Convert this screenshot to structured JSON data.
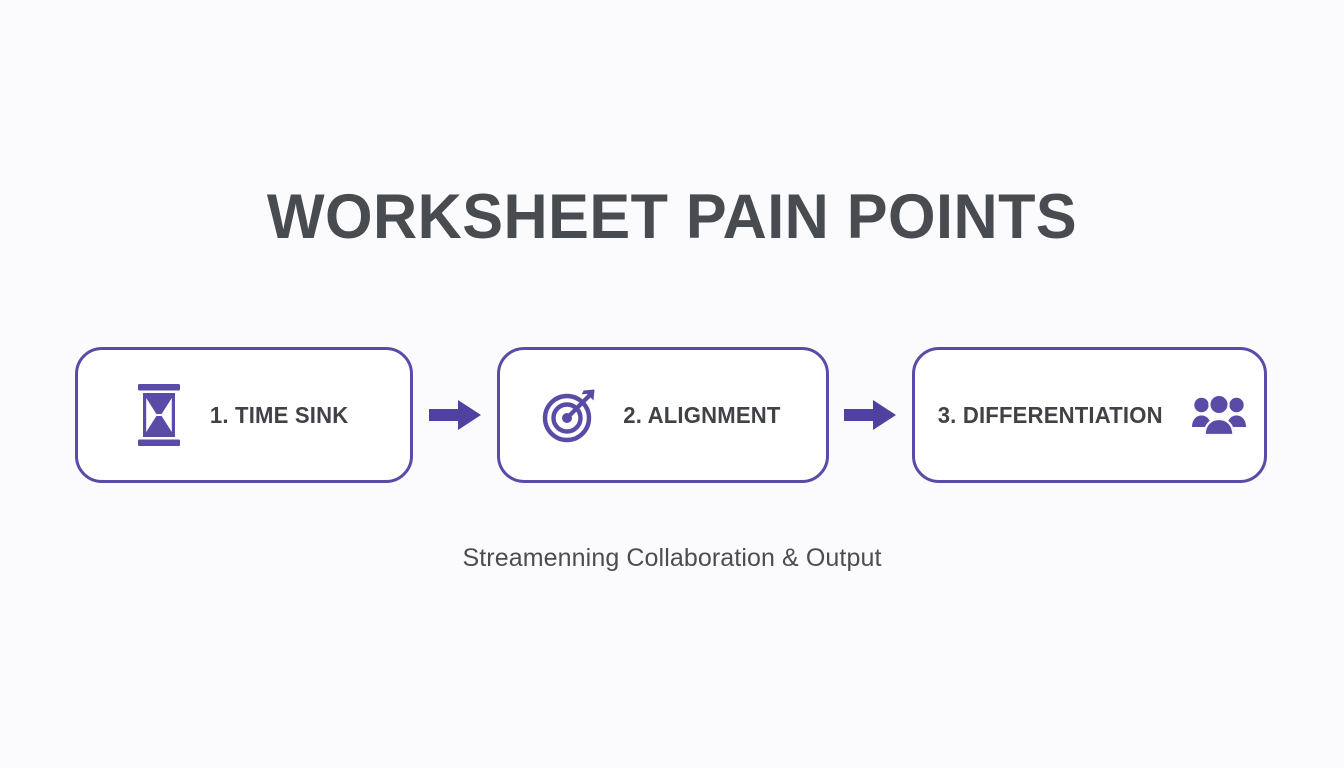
{
  "slide": {
    "title": "WORKSHEET PAIN POINTS",
    "caption": "Streamenning Collaboration & Output",
    "background_color": "#fbfbfd",
    "accent_color": "#5a4ba6",
    "title_color": "#484b50",
    "text_color": "#3f4246"
  },
  "flow": {
    "steps": [
      {
        "label": "1. TIME SINK",
        "icon": "hourglass-icon",
        "icon_position": "left"
      },
      {
        "label": "2. ALIGNMENT",
        "icon": "target-icon",
        "icon_position": "left"
      },
      {
        "label": "3. DIFFERENTIATION",
        "icon": "people-group-icon",
        "icon_position": "right"
      }
    ],
    "connectors": [
      {
        "icon": "arrow-right-icon"
      },
      {
        "icon": "arrow-right-icon"
      }
    ]
  }
}
